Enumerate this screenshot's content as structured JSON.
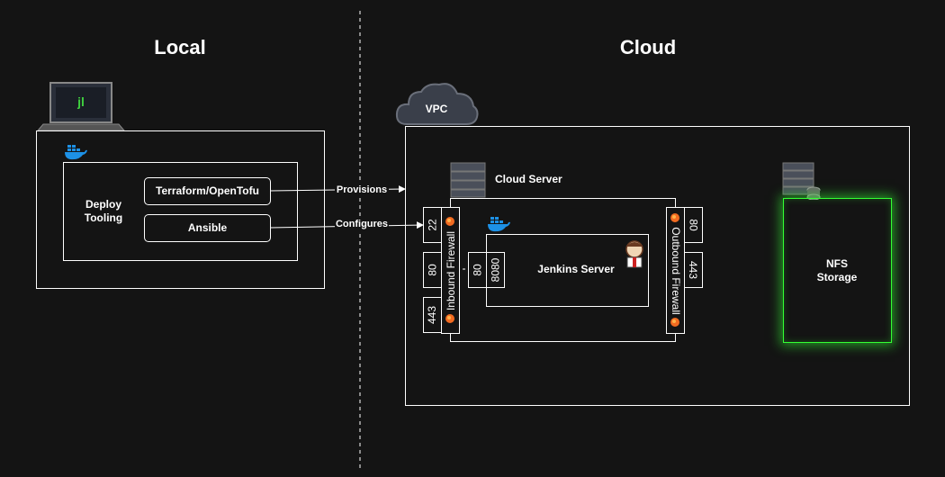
{
  "regions": {
    "local": "Local",
    "cloud": "Cloud"
  },
  "local": {
    "deploy_tooling": "Deploy\nTooling",
    "tools": [
      "Terraform/OpenTofu",
      "Ansible"
    ]
  },
  "connections": {
    "provisions": "Provisions",
    "configures": "Configures"
  },
  "cloud": {
    "vpc": "VPC",
    "server": "Cloud Server",
    "inbound_firewall": "Inbound Firewall",
    "outbound_firewall": "Outbound Firewall",
    "inbound_ports": [
      "22",
      "80",
      "443"
    ],
    "container_ports": [
      "80",
      "8080"
    ],
    "outbound_ports": [
      "80",
      "443"
    ],
    "jenkins": "Jenkins Server",
    "nfs": "NFS\nStorage"
  },
  "colors": {
    "background": "#141414",
    "line": "#ffffff",
    "glow": "#33ff33",
    "docker": "#1d91e6",
    "firewall": "#f26b21"
  },
  "icons": {
    "laptop": "laptop-icon",
    "docker": "docker-icon",
    "server": "server-icon",
    "jenkins": "jenkins-icon",
    "firewall": "firewall-icon"
  }
}
